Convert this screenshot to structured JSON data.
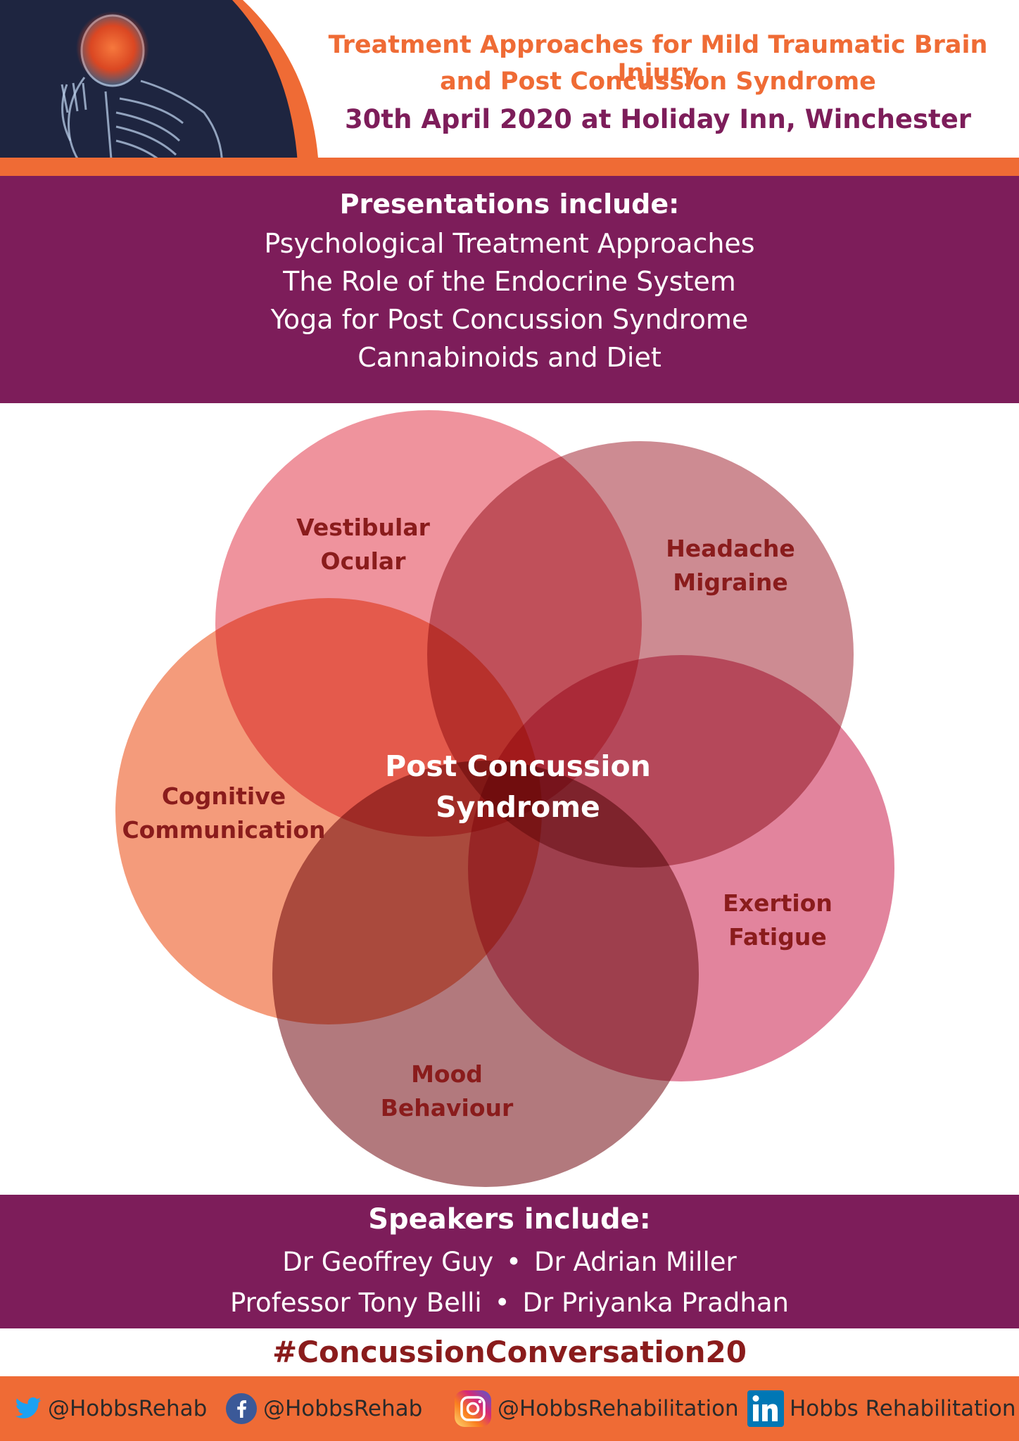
{
  "header": {
    "title_line1": "Treatment Approaches for Mild Traumatic Brain Injury",
    "title_line2": "and Post Concussion Syndrome",
    "event": "30th April 2020 at Holiday Inn, Winchester",
    "photo_icon": "skeleton-headache-xray-icon"
  },
  "presentations": {
    "heading": "Presentations include:",
    "items": [
      "Psychological Treatment Approaches",
      "The Role of the Endocrine System",
      "Yoga for Post Concussion Syndrome",
      "Cannabinoids and Diet"
    ]
  },
  "diagram": {
    "center_line1": "Post Concussion",
    "center_line2": "Syndrome",
    "circles": [
      {
        "line1": "Vestibular",
        "line2": "Ocular",
        "color": "#e8606e"
      },
      {
        "line1": "Headache",
        "line2": "Migraine",
        "color": "#b5545e"
      },
      {
        "line1": "Cognitive",
        "line2": "Communication",
        "color": "#ef6b3c"
      },
      {
        "line1": "Exertion",
        "line2": "Fatigue",
        "color": "#d44a6e"
      },
      {
        "line1": "Mood",
        "line2": "Behaviour",
        "color": "#8e3a3f"
      }
    ],
    "label_color": "#8a1c1c"
  },
  "speakers": {
    "heading": "Speakers include:",
    "line1": [
      "Dr Geoffrey Guy",
      "Dr Adrian Miller"
    ],
    "line2": [
      "Professor Tony Belli",
      "Dr Priyanka Pradhan"
    ],
    "separator": "•"
  },
  "hashtag": "#ConcussionConversation20",
  "footer": {
    "twitter": {
      "handle": "@HobbsRehab",
      "icon": "twitter-icon"
    },
    "facebook": {
      "handle": "@HobbsRehab",
      "icon": "facebook-icon"
    },
    "instagram": {
      "handle": "@HobbsRehabilitation",
      "icon": "instagram-icon"
    },
    "linkedin": {
      "handle": "Hobbs Rehabilitation",
      "icon": "linkedin-icon"
    }
  },
  "colors": {
    "orange": "#ef6b35",
    "purple": "#7d1d5a",
    "navy": "#1e2540",
    "dark_red": "#8a1c1c"
  }
}
